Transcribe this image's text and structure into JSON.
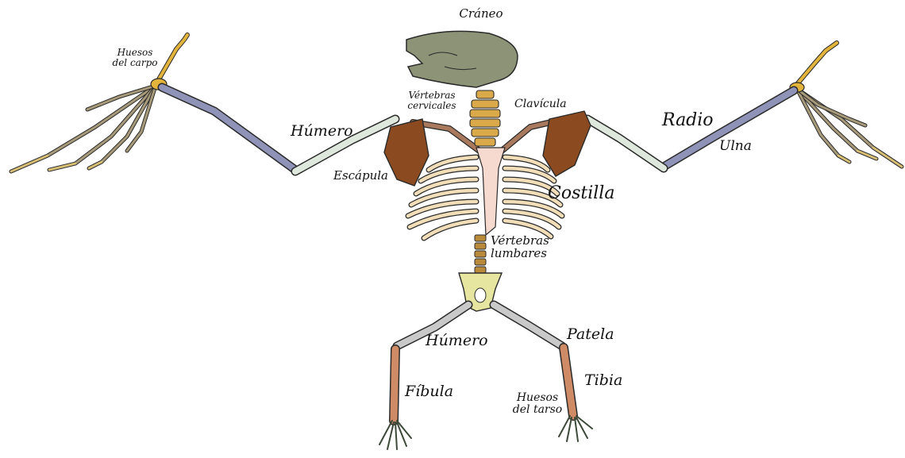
{
  "labels": {
    "craneo": "Cráneo",
    "huesos_carpo_1": "Huesos",
    "huesos_carpo_2": "del carpo",
    "vertebras_cervicales_1": "Vértebras",
    "vertebras_cervicales_2": "cervicales",
    "clavicula": "Clavícula",
    "humero_upper": "Húmero",
    "escapula": "Escápula",
    "radio": "Radio",
    "ulna": "Ulna",
    "costilla": "Costilla",
    "vertebras_lumbares_1": "Vértebras",
    "vertebras_lumbares_2": "lumbares",
    "humero_lower": "Húmero",
    "patela": "Patela",
    "fibula": "Fíbula",
    "tibia": "Tibia",
    "huesos_tarso_1": "Huesos",
    "huesos_tarso_2": "del tarso"
  },
  "colors": {
    "skull": "#8d9377",
    "vertebrae": "#d9a94a",
    "scapula": "#8b4a1f",
    "clavicle": "#a9795e",
    "humerus_upper": "#dfe8dc",
    "radius_ulna": "#8f93b8",
    "ribs": "#f1ddb8",
    "sternum": "#f6d9cf",
    "pelvis": "#e6e6a0",
    "femur": "#c9c9c9",
    "fibula_tibia": "#cf8a66",
    "carpus": "#e3b43c",
    "finger_bones": "#a79a7a",
    "finger_tips": "#d9bf72"
  }
}
